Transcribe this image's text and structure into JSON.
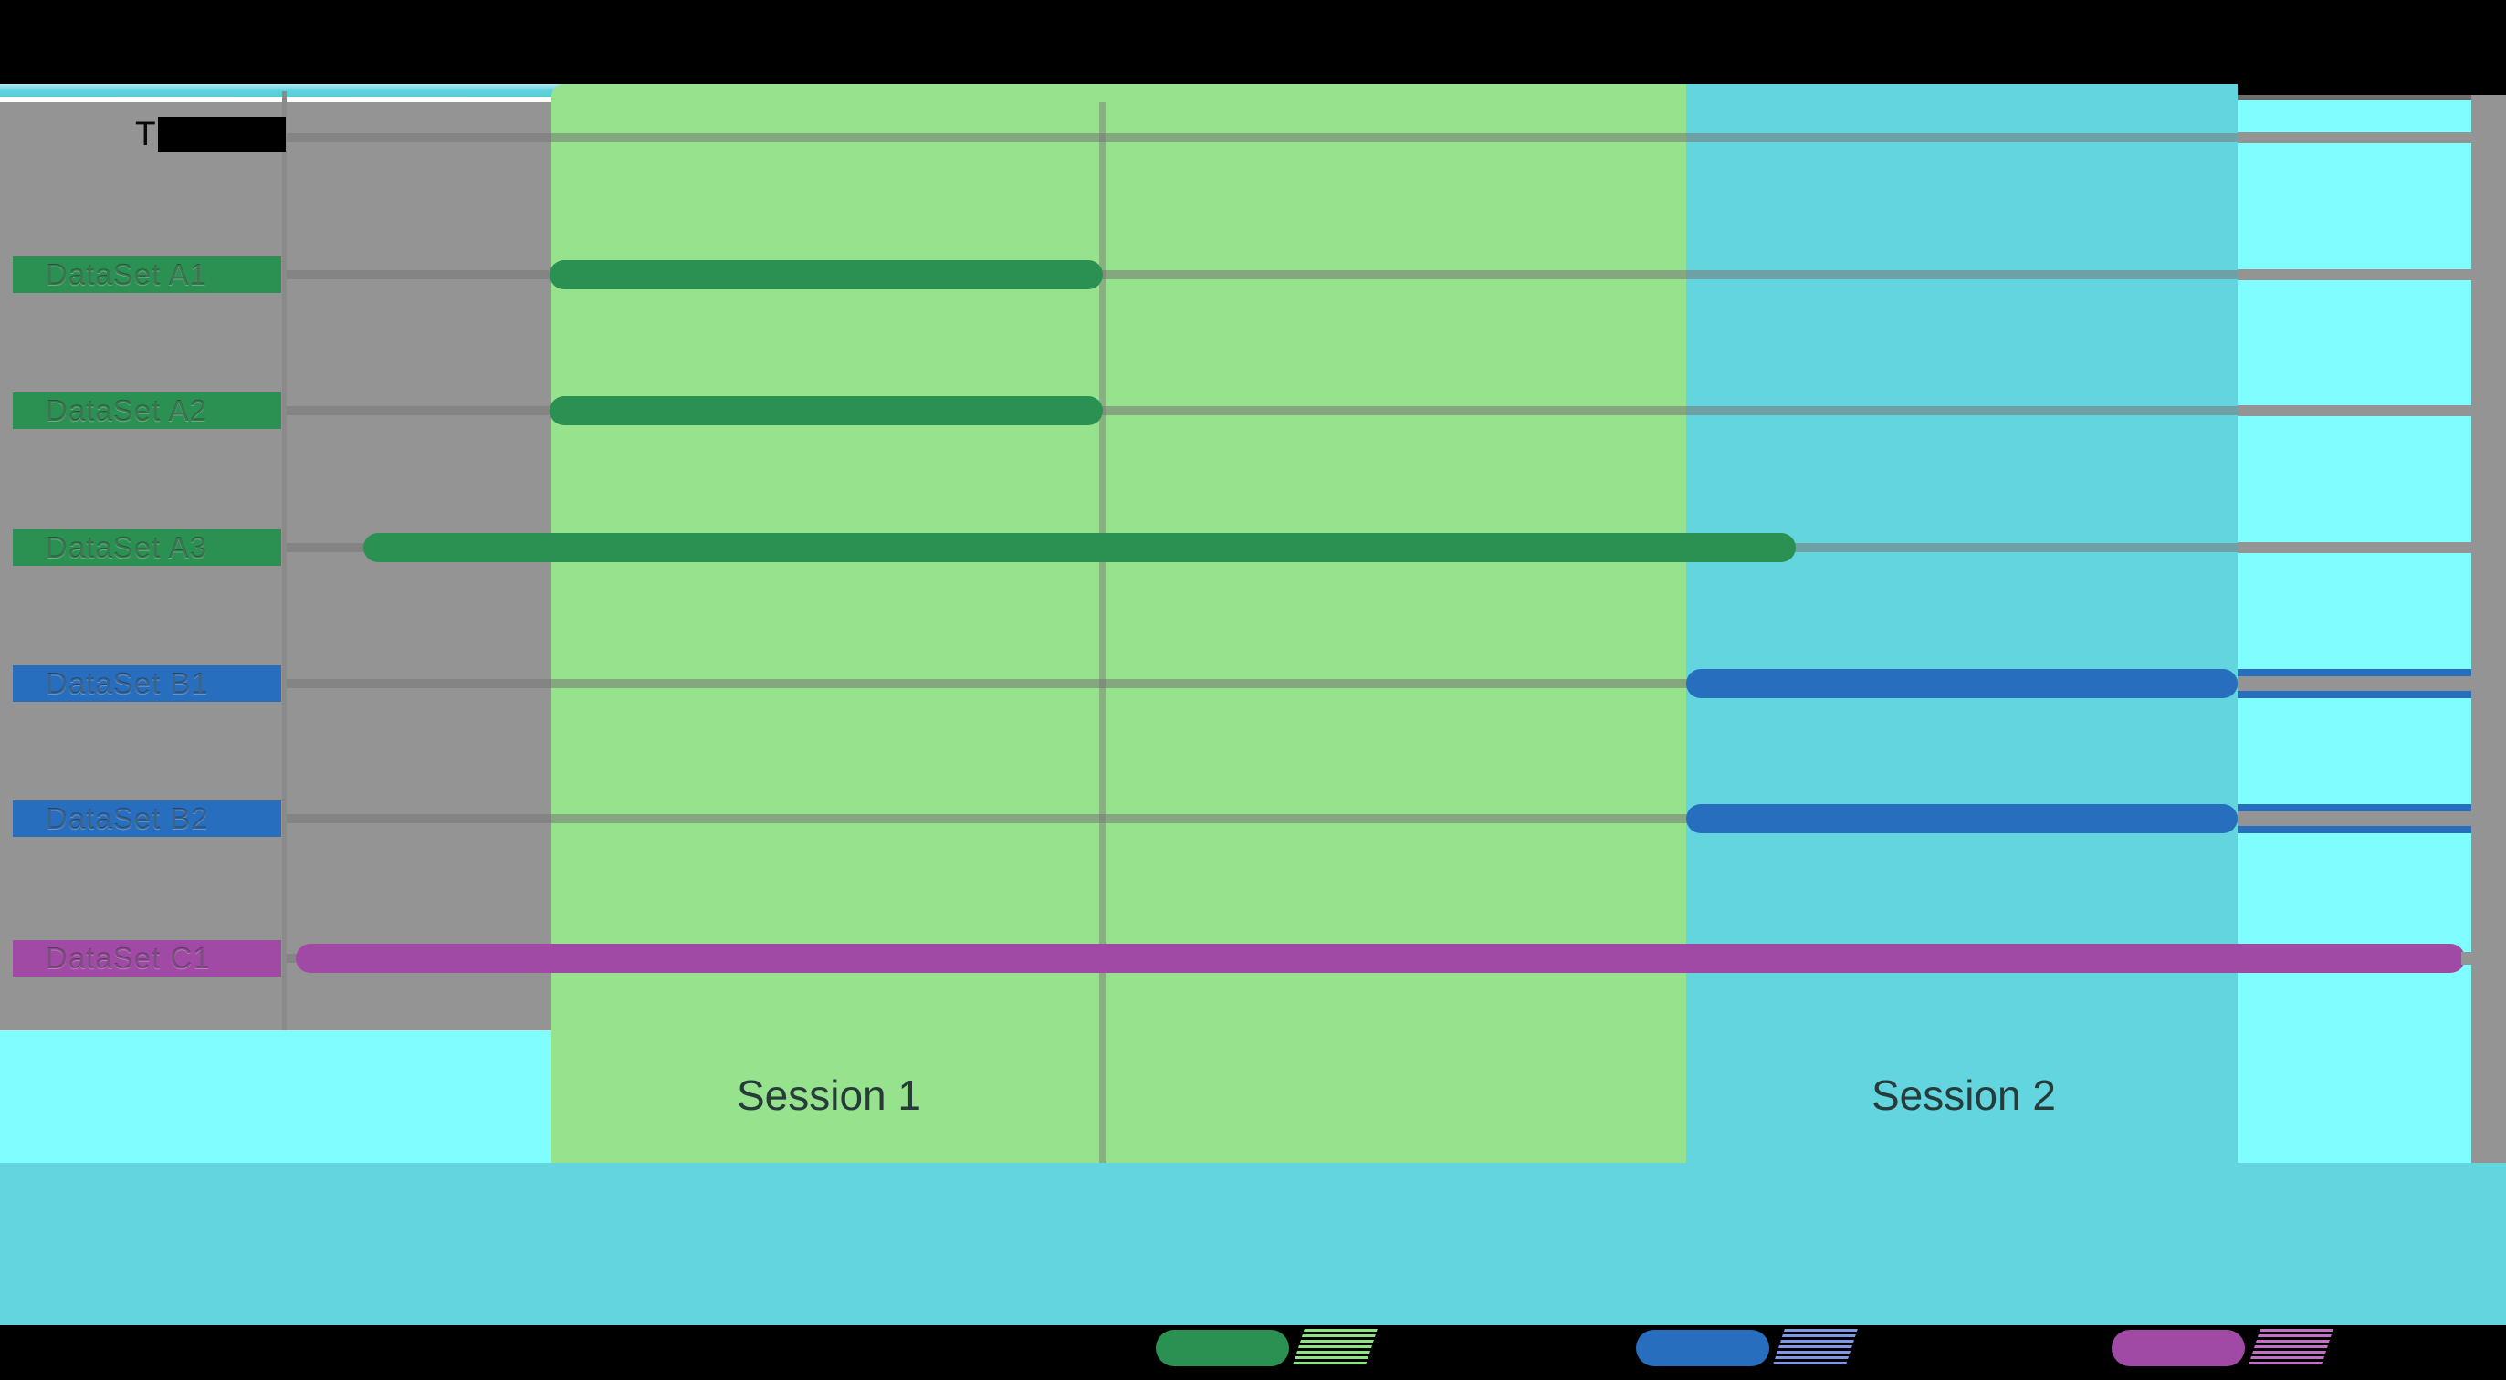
{
  "y_axis_title": {
    "visible_text": "T",
    "redacted": true
  },
  "sessions": [
    {
      "label": "Session 1"
    },
    {
      "label": "Session 2"
    }
  ],
  "chart_data": {
    "type": "gantt",
    "title": "",
    "x_axis": {
      "tick_labels_visible": false
    },
    "rows": [
      {
        "label": "DataSet A1",
        "series": "A",
        "color": "#2b9152",
        "bars": [
          {
            "start_frac": 0.121,
            "end_frac": 0.374
          }
        ]
      },
      {
        "label": "DataSet A2",
        "series": "A",
        "color": "#2b9152",
        "bars": [
          {
            "start_frac": 0.121,
            "end_frac": 0.374
          }
        ]
      },
      {
        "label": "DataSet A3",
        "series": "A",
        "color": "#2b9152",
        "bars": [
          {
            "start_frac": 0.036,
            "end_frac": 0.691
          }
        ]
      },
      {
        "label": "DataSet B1",
        "series": "B",
        "color": "#276fbe",
        "bars": [
          {
            "start_frac": 0.641,
            "end_frac": 0.893,
            "covered_tail_end_frac": 1.0
          }
        ]
      },
      {
        "label": "DataSet B2",
        "series": "B",
        "color": "#276fbe",
        "bars": [
          {
            "start_frac": 0.641,
            "end_frac": 0.893,
            "covered_tail_end_frac": 1.0
          }
        ]
      },
      {
        "label": "DataSet C1",
        "series": "C",
        "color": "#a04aa6",
        "bars": [
          {
            "start_frac": 0.005,
            "end_frac": 0.997,
            "end_stub": true
          }
        ]
      }
    ],
    "bands": [
      {
        "name": "pre-session",
        "color": "#949494",
        "start_frac": 0.0,
        "end_frac": 0.122,
        "label": ""
      },
      {
        "name": "session-1",
        "color": "#97e28c",
        "start_frac": 0.122,
        "end_frac": 0.641,
        "label": "Session 1"
      },
      {
        "name": "session-2",
        "color": "#62d5df",
        "start_frac": 0.641,
        "end_frac": 0.893,
        "label": "Session 2"
      },
      {
        "name": "post-session",
        "color": "#80fdff",
        "start_frac": 0.893,
        "end_frac": 1.0,
        "label": ""
      }
    ],
    "vline_fracs": [
      0.374
    ],
    "legend": [
      {
        "series": "A",
        "color": "#2b9152",
        "tint": "#8ce67f",
        "label_visible": false
      },
      {
        "series": "B",
        "color": "#276fbe",
        "tint": "#8096e6",
        "label_visible": false
      },
      {
        "series": "C",
        "color": "#a04aa6",
        "tint": "#c36fc6",
        "label_visible": false
      }
    ],
    "layout_hints": {
      "grid": "horizontal",
      "legend_position": "bottom",
      "row_count": 6
    }
  },
  "colors": {
    "background": "#000000",
    "plot_margin_gray": "#949494",
    "top_strip_teal": "#5fd2de",
    "bottom_band_teal": "#62d5df",
    "lower_left_cyan": "#80fdff",
    "gridline": "#767676",
    "session_label_text": "#263b3a"
  }
}
